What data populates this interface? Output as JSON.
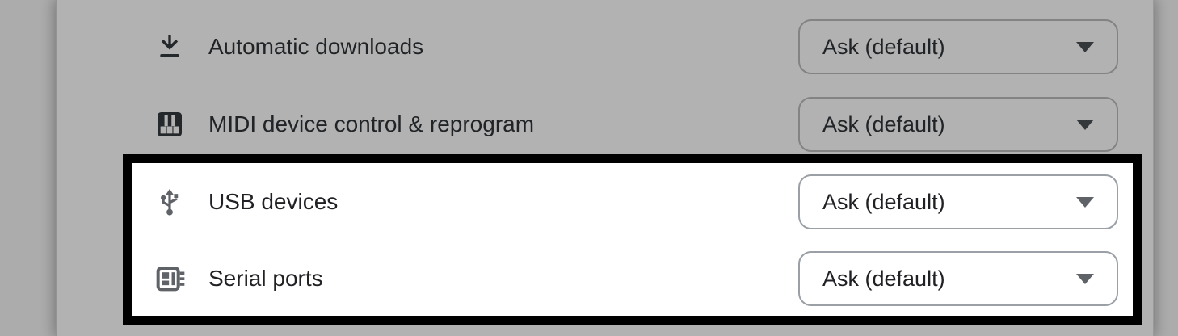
{
  "page": {
    "description": "Browser site permission settings (dimmed) with USB devices and Serial ports rows highlighted",
    "colors": {
      "dimmed_background": "#b2b2b2",
      "outer_background": "#acacac",
      "highlight_border": "#000000",
      "highlight_background": "#ffffff",
      "label_text": "#202124",
      "muted_icon": "#5f6368"
    }
  },
  "settings_rows": [
    {
      "label": "Automatic downloads",
      "icon": "download-icon",
      "dropdown_value": "Ask (default)",
      "highlighted": false
    },
    {
      "label": "MIDI device control & reprogram",
      "icon": "midi-piano-icon",
      "dropdown_value": "Ask (default)",
      "highlighted": false
    },
    {
      "label": "USB devices",
      "icon": "usb-icon",
      "dropdown_value": "Ask (default)",
      "highlighted": true
    },
    {
      "label": "Serial ports",
      "icon": "serial-port-icon",
      "dropdown_value": "Ask (default)",
      "highlighted": true
    }
  ]
}
